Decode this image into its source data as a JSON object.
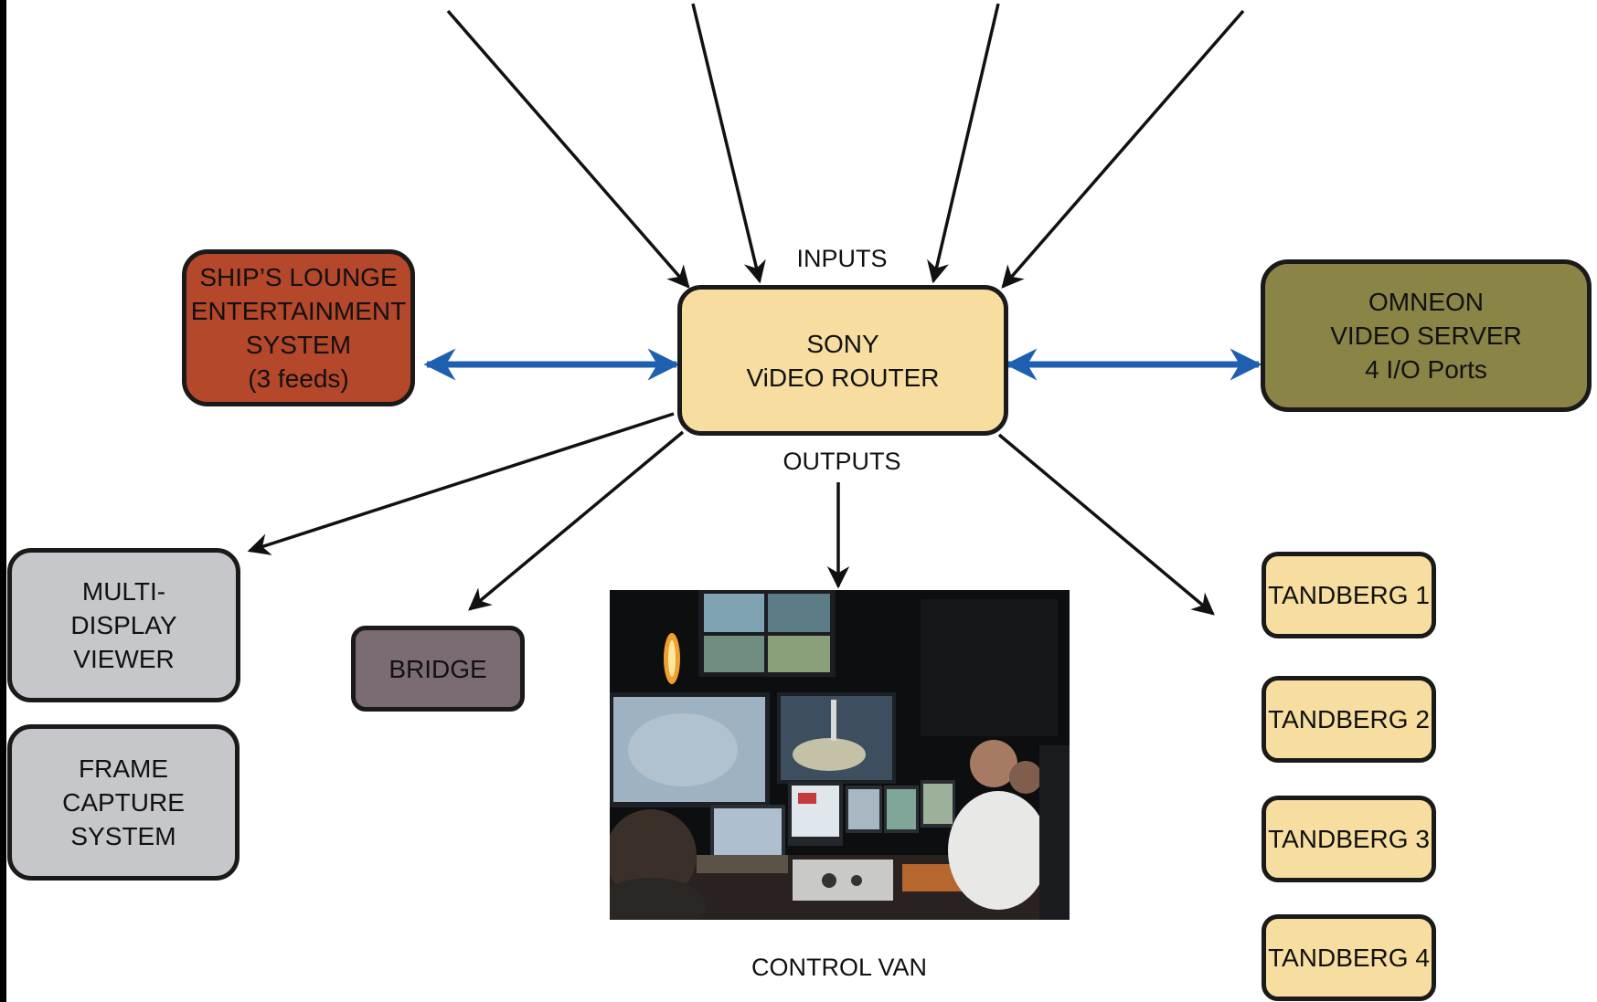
{
  "labels": {
    "inputs": "INPUTS",
    "outputs": "OUTPUTS",
    "control_van": "CONTROL VAN"
  },
  "boxes": {
    "router": {
      "lines": [
        "SONY",
        "ViDEO ROUTER"
      ],
      "color": "#f7dea0"
    },
    "lounge": {
      "lines": [
        "SHIP’S LOUNGE",
        "ENTERTAINMENT",
        "SYSTEM",
        "(3 feeds)"
      ],
      "color": "#b5472b"
    },
    "omneon": {
      "lines": [
        "OMNEON",
        "VIDEO SERVER",
        "4 I/O Ports"
      ],
      "color": "#8b8447"
    },
    "multi_display": {
      "lines": [
        "MULTI-",
        "DISPLAY",
        "VIEWER"
      ],
      "color": "#c6c7ca"
    },
    "frame_capture": {
      "lines": [
        "FRAME",
        "CAPTURE",
        "SYSTEM"
      ],
      "color": "#c6c7ca"
    },
    "bridge": {
      "lines": [
        "BRIDGE"
      ],
      "color": "#7b6b73"
    },
    "tandberg_1": {
      "lines": [
        "TANDBERG 1"
      ],
      "color": "#f7dea0"
    },
    "tandberg_2": {
      "lines": [
        "TANDBERG 2"
      ],
      "color": "#f7dea0"
    },
    "tandberg_3": {
      "lines": [
        "TANDBERG 3"
      ],
      "color": "#f7dea0"
    },
    "tandberg_4": {
      "lines": [
        "TANDBERG 4"
      ],
      "color": "#f7dea0"
    }
  },
  "colors": {
    "bidirectional_arrow": "#1e5fb0",
    "arrow": "#111111"
  }
}
